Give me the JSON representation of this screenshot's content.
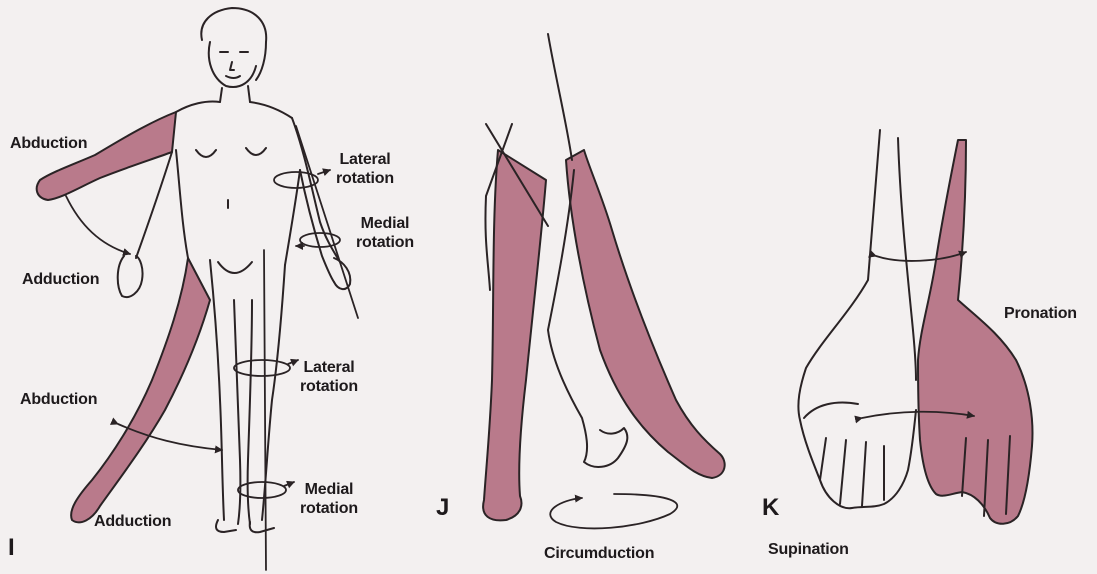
{
  "panels": {
    "I": "I",
    "J": "J",
    "K": "K"
  },
  "labels": {
    "arm_abduction": "Abduction",
    "arm_adduction": "Adduction",
    "arm_lateral_rotation": "Lateral\nrotation",
    "arm_medial_rotation": "Medial\nrotation",
    "leg_abduction": "Abduction",
    "leg_adduction": "Adduction",
    "leg_lateral_rotation": "Lateral\nrotation",
    "leg_medial_rotation": "Medial\nrotation",
    "circumduction": "Circumduction",
    "pronation": "Pronation",
    "supination": "Supination"
  },
  "colors": {
    "shaded_limb": "#b97a8b",
    "outline": "#2a2325",
    "background": "#f3f0f0"
  }
}
